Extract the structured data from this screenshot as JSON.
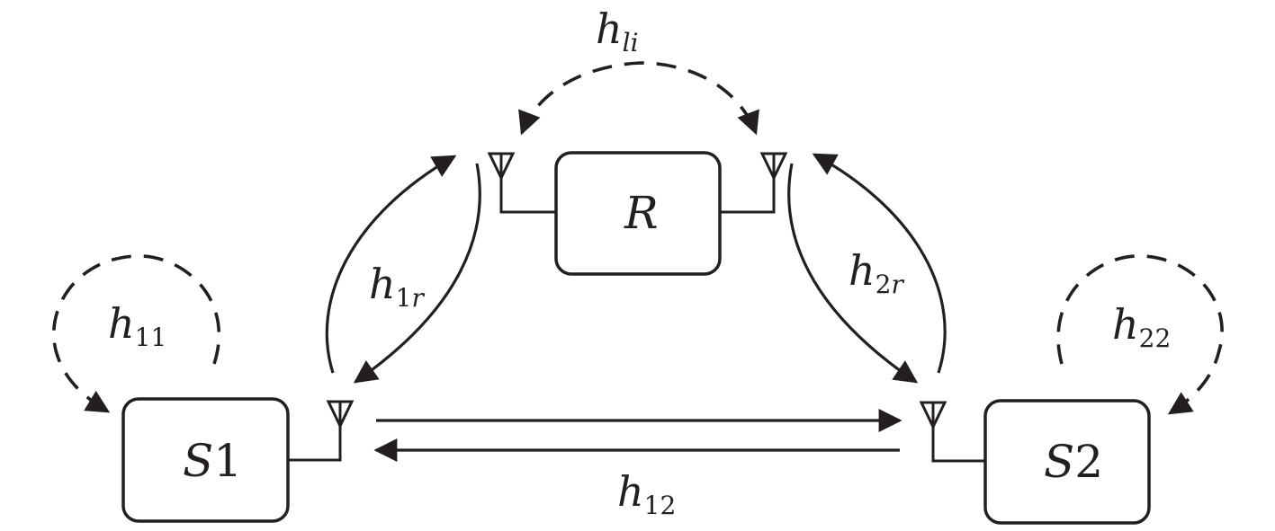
{
  "nodes": {
    "s1": {
      "letter": "S",
      "number": "1"
    },
    "s2": {
      "letter": "S",
      "number": "2"
    },
    "relay": {
      "letter": "R"
    }
  },
  "channels": {
    "h11": {
      "base": "h",
      "sub": "11"
    },
    "h22": {
      "base": "h",
      "sub": "22"
    },
    "h1r": {
      "base": "h",
      "sub_num": "1",
      "sub_var": "r"
    },
    "h2r": {
      "base": "h",
      "sub_num": "2",
      "sub_var": "r"
    },
    "hli": {
      "base": "h",
      "sub": "li"
    },
    "h12": {
      "base": "h",
      "sub": "12"
    }
  },
  "colors": {
    "ink": "#231f20",
    "background": "#ffffff"
  }
}
